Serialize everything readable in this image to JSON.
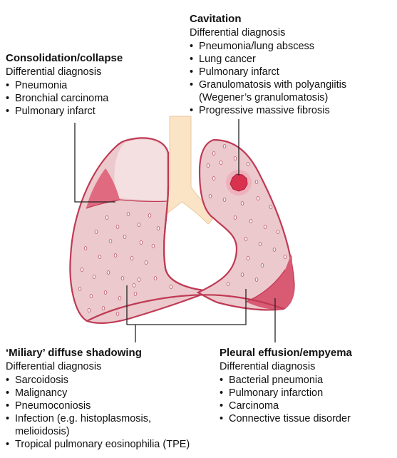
{
  "cavitation": {
    "title": "Cavitation",
    "subtitle": "Differential diagnosis",
    "items": [
      "Pneumonia/lung abscess",
      "Lung cancer",
      "Pulmonary infarct",
      "Granulomatosis with polyangiitis (Wegener’s granulomatosis)",
      "Progressive massive fibrosis"
    ]
  },
  "consolidation": {
    "title": "Consolidation/collapse",
    "subtitle": "Differential diagnosis",
    "items": [
      "Pneumonia",
      "Bronchial carcinoma",
      "Pulmonary infarct"
    ]
  },
  "miliary": {
    "title": "‘Miliary’ diffuse shadowing",
    "subtitle": "Differential diagnosis",
    "items": [
      "Sarcoidosis",
      "Malignancy",
      "Pneumoconiosis",
      "Infection (e.g. histoplasmosis, melioidosis)",
      "Tropical pulmonary eosinophilia (TPE)"
    ]
  },
  "pleural": {
    "title": "Pleural effusion/empyema",
    "subtitle": "Differential diagnosis",
    "items": [
      "Bacterial pneumonia",
      "Pulmonary infarction",
      "Carcinoma",
      "Connective tissue disorder"
    ]
  },
  "colors": {
    "lung_fill": "#ecc9cc",
    "lung_outline": "#bf3a55",
    "consolidation": "#e06a80",
    "effusion": "#d85a73",
    "cavity": "#d8324f",
    "trachea": "#fbe3c6",
    "leader": "#222222"
  }
}
